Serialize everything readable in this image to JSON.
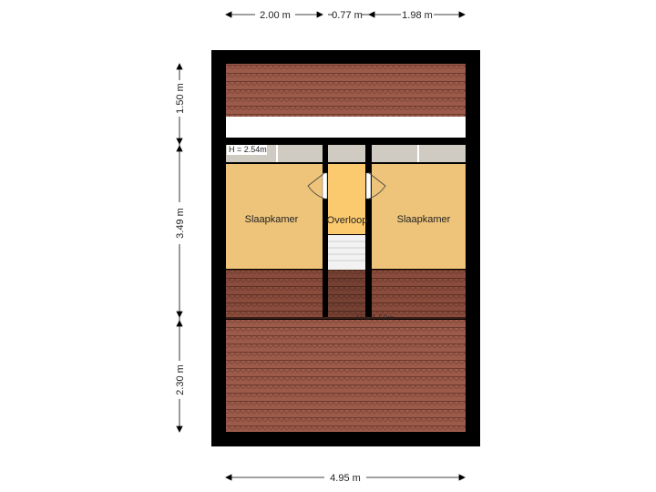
{
  "dimensions": {
    "top": [
      "2.00 m",
      "0.77 m",
      "1.98 m"
    ],
    "left": [
      "1.50 m",
      "3.49 m",
      "2.30 m"
    ],
    "bottom": "4.95 m"
  },
  "rooms": {
    "left_bedroom": "Slaapkamer",
    "landing": "Overloop",
    "right_bedroom": "Slaapkamer"
  },
  "heights": {
    "upper": "H = 2.54m",
    "lower": "H = 1.50m"
  },
  "colors": {
    "wall": "#000000",
    "room_floor": "#eec47a",
    "landing_floor": "#fcca6e",
    "roof_tile": "#9c5b4a",
    "roof_line": "#6e3a2e",
    "window": "#cfcac2",
    "stairs": "#f2f2f2"
  }
}
